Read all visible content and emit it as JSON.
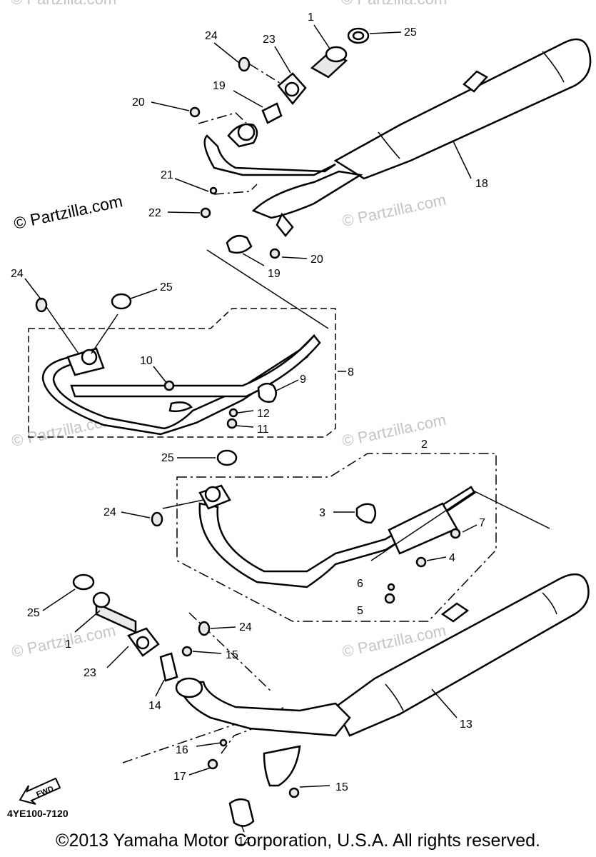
{
  "watermarks": {
    "main": "© Partzilla.com",
    "faint": [
      "© Partzilla.com",
      "© Partzilla.com",
      "© Partzilla.com",
      "© Partzilla.com",
      "© Partzilla.com",
      "© Partzilla.com",
      "© Partzilla.com"
    ]
  },
  "callouts": [
    "1",
    "25",
    "24",
    "23",
    "19",
    "20",
    "18",
    "21",
    "22",
    "20",
    "19",
    "24",
    "25",
    "10",
    "9",
    "8",
    "12",
    "11",
    "2",
    "25",
    "24",
    "3",
    "7",
    "4",
    "6",
    "5",
    "25",
    "1",
    "24",
    "15",
    "23",
    "14",
    "13",
    "16",
    "17",
    "15",
    "14"
  ],
  "fwd_label": "FWD",
  "diagram_code": "4YE100-7120",
  "copyright": "©2013 Yamaha Motor Corporation, U.S.A. All rights reserved."
}
